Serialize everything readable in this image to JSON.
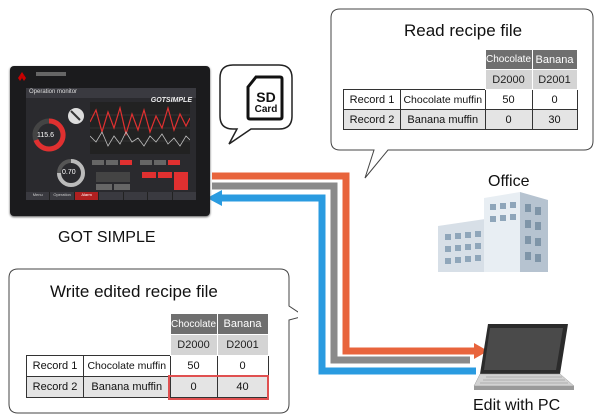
{
  "got_device": {
    "label": "GOT SIMPLE",
    "screen": {
      "header": "Operation monitor",
      "brand": "GOTSIMPLE",
      "gauge_value": "115.6",
      "gauge_value2": "0.70",
      "footer_tabs": [
        "Menu",
        "Operation",
        "Alarm",
        "",
        "",
        "",
        ""
      ]
    }
  },
  "sd_card": {
    "line1": "SD",
    "line2": "Card"
  },
  "read_callout": {
    "title": "Read recipe file",
    "columns": [
      "Chocolate",
      "Banana"
    ],
    "addresses": [
      "D2000",
      "D2001"
    ],
    "rows": [
      {
        "record": "Record 1",
        "name": "Chocolate muffin",
        "values": [
          "50",
          "0"
        ]
      },
      {
        "record": "Record 2",
        "name": "Banana muffin",
        "values": [
          "0",
          "30"
        ]
      }
    ]
  },
  "write_callout": {
    "title": "Write edited recipe file",
    "columns": [
      "Chocolate",
      "Banana"
    ],
    "addresses": [
      "D2000",
      "D2001"
    ],
    "rows": [
      {
        "record": "Record 1",
        "name": "Chocolate muffin",
        "values": [
          "50",
          "0"
        ]
      },
      {
        "record": "Record 2",
        "name": "Banana muffin",
        "values": [
          "0",
          "40"
        ]
      }
    ]
  },
  "office": {
    "label": "Office"
  },
  "pc": {
    "label": "Edit with PC"
  },
  "colors": {
    "orange": "#e8643c",
    "blue": "#2a9be0",
    "gray": "#8a8a8a",
    "highlight": "#e05050"
  }
}
